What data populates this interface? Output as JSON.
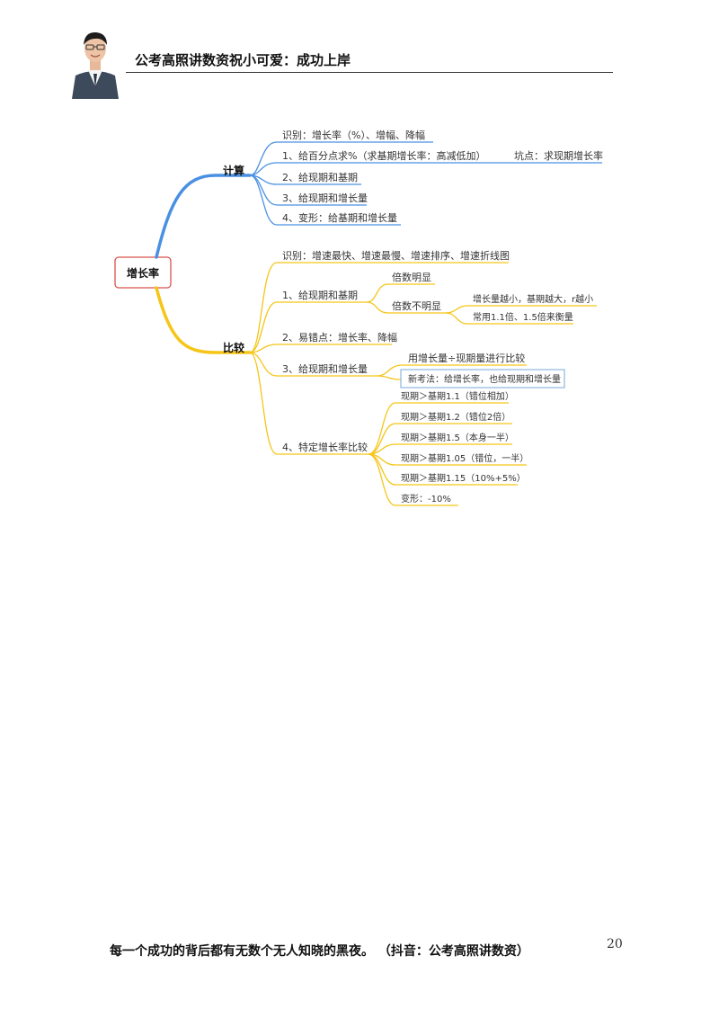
{
  "header": {
    "title": "公考高照讲数资祝小可爱：成功上岸"
  },
  "mindmap": {
    "root": "增长率",
    "calc": {
      "label": "计算",
      "items": [
        "识别：增长率（%）、增幅、降幅",
        "1、给百分点求%（求基期增长率：高减低加）",
        "2、给现期和基期",
        "3、给现期和增长量",
        "4、变形：给基期和增长量"
      ],
      "side_note": "坑点：求现期增长率"
    },
    "compare": {
      "label": "比较",
      "identify": "识别：增速最快、增速最慢、增速排序、增速折线图",
      "item1": {
        "label": "1、给现期和基期",
        "obvious": "倍数明显",
        "not_obvious": "倍数不明显",
        "rules": [
          "增长量越小，基期越大，r越小",
          "常用1.1倍、1.5倍来衡量"
        ]
      },
      "item2": "2、易错点：增长率、降幅",
      "item3": {
        "label": "3、给现期和增长量",
        "method": "用增长量÷现期量进行比较",
        "new_exam": "新考法：给增长率，也给现期和增长量"
      },
      "item4": {
        "label": "4、特定增长率比较",
        "items": [
          "现期＞基期1.1（错位相加）",
          "现期＞基期1.2（错位2倍）",
          "现期＞基期1.5（本身一半）",
          "现期＞基期1.05（错位，一半）",
          "现期＞基期1.15（10%+5%）",
          "变形：-10%"
        ]
      }
    },
    "colors": {
      "calc_branch": "#4a90e2",
      "compare_branch": "#f5c518",
      "root_border": "#d9534f",
      "new_exam_border": "#7aa7d8"
    }
  },
  "footer": {
    "text": "每一个成功的背后都有无数个无人知晓的黑夜。  （抖音：公考高照讲数资）",
    "page_number": "20"
  }
}
